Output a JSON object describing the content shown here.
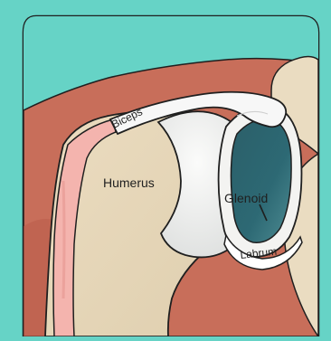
{
  "diagram": {
    "labels": {
      "biceps": "Biceps",
      "humerus": "Humerus",
      "glenoid": "Glenoid",
      "labrum": "Labrum"
    },
    "colors": {
      "frame_background": "#66d3c6",
      "panel_background": "#c86e5a",
      "muscle_dark": "#b95c4b",
      "bone": "#eadcc1",
      "bone_shadow": "#d9c6a6",
      "cartilage": "#f3f3f1",
      "glenoid_fossa": "#2d6974",
      "tendon": "#f7f7f7",
      "biceps_muscle": "#f4b4ae",
      "outline": "#1f1f1f"
    }
  }
}
